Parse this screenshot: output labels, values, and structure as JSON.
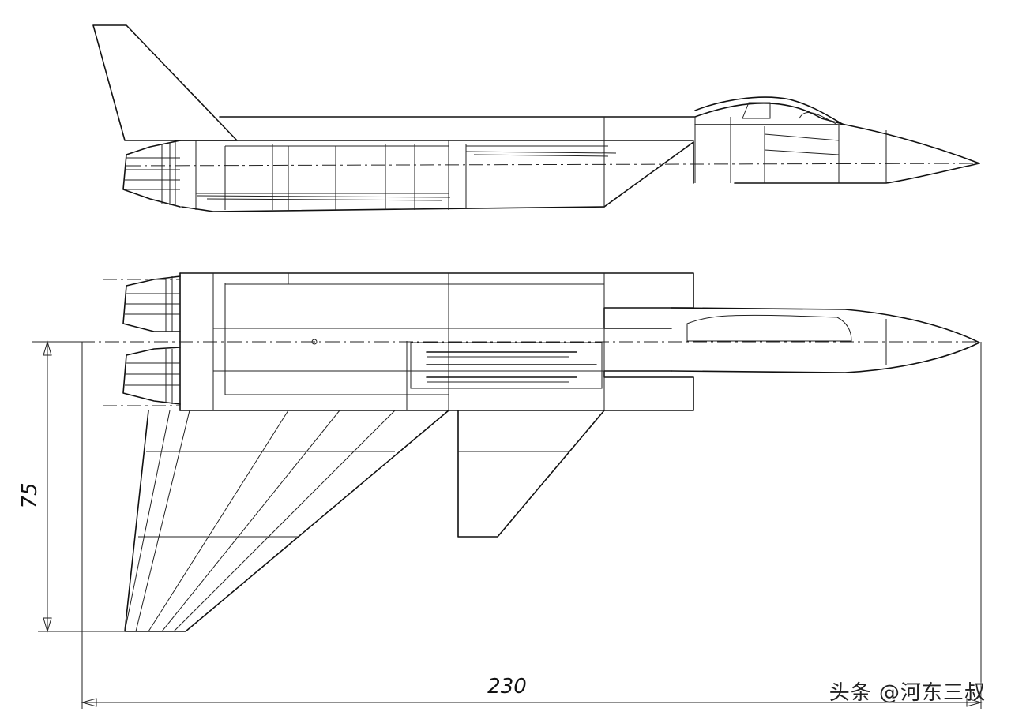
{
  "dimensions": {
    "wingspan_label": "75",
    "length_label": "230"
  },
  "watermark": {
    "text": "头条 @河东三叔"
  },
  "views": [
    {
      "name": "side-view"
    },
    {
      "name": "top-view"
    }
  ],
  "colors": {
    "ink": "#111111",
    "paper": "#ffffff"
  }
}
